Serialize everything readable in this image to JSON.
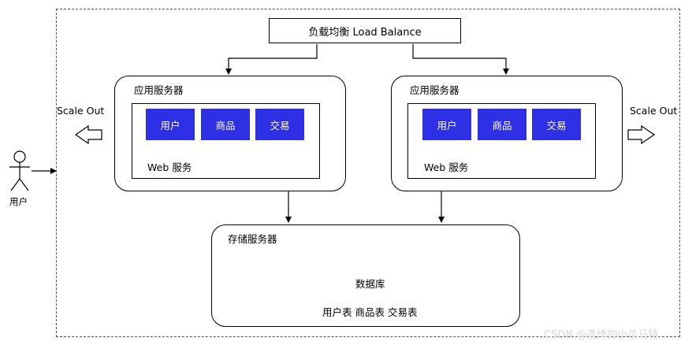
{
  "load_balancer": "负载均衡 Load Balance",
  "app_servers": [
    {
      "title": "应用服务器",
      "modules": [
        "用户",
        "商品",
        "交易"
      ],
      "web_label": "Web 服务"
    },
    {
      "title": "应用服务器",
      "modules": [
        "用户",
        "商品",
        "交易"
      ],
      "web_label": "Web 服务"
    }
  ],
  "scale_out_left": "Scale Out",
  "scale_out_right": "Scale Out",
  "user_label": "用户",
  "storage": {
    "title": "存储服务器",
    "db_label": "数据库",
    "tables": "用户表 商品表 交易表"
  },
  "watermark": "CSDN @羡悸的小杀马特."
}
